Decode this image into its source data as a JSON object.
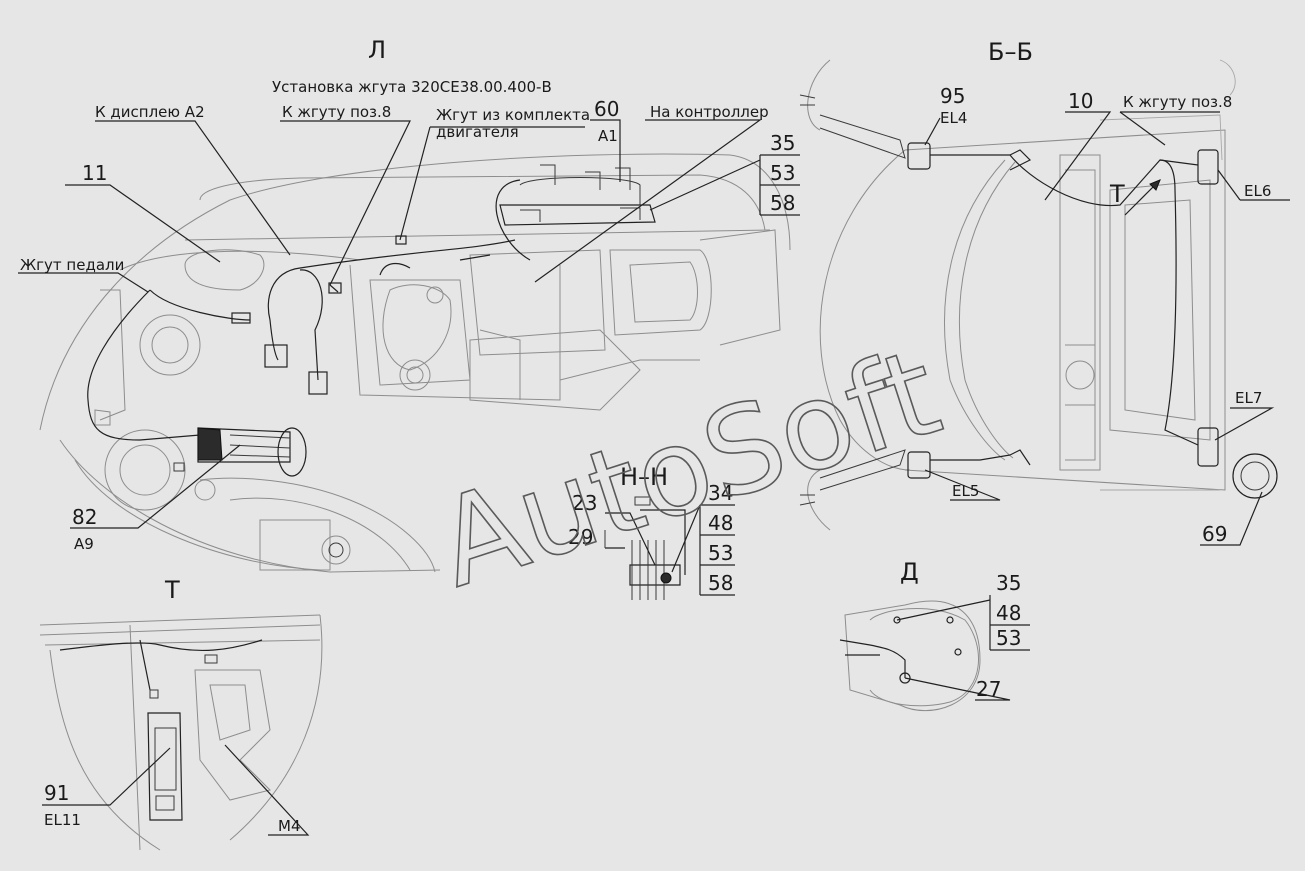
{
  "views": {
    "L": {
      "title": "Л",
      "caption": "Установка жгута 320СЕ38.00.400-В"
    },
    "BB": {
      "title": "Б–Б"
    },
    "HH": {
      "title": "Н–Н"
    },
    "T": {
      "title": "Т",
      "arrow": "Т"
    },
    "D": {
      "title": "Д"
    }
  },
  "callouts_L": {
    "display": "К дисплею А2",
    "harness8": "К жгуту поз.8",
    "engine_kit_1": "Жгут из комплекта",
    "engine_kit_2": "двигателя",
    "pos60": "60",
    "a1": "А1",
    "controller": "На контроллер",
    "pos11": "11",
    "pedal": "Жгут педали",
    "stack": [
      "35",
      "53",
      "58"
    ],
    "pos82": "82",
    "a9": "А9"
  },
  "callouts_BB": {
    "pos95": "95",
    "el4": "EL4",
    "pos10": "10",
    "harness8": "К жгуту поз.8",
    "el6": "EL6",
    "el7": "EL7",
    "el5": "EL5",
    "pos69": "69"
  },
  "callouts_HH": {
    "pos23": "23",
    "pos29": "29",
    "pos34": "34",
    "stack": [
      "48",
      "53",
      "58"
    ]
  },
  "callouts_T": {
    "pos91": "91",
    "el11": "EL11",
    "m4": "М4"
  },
  "callouts_D": {
    "pos35": "35",
    "stack": [
      "48",
      "53"
    ],
    "pos27": "27"
  },
  "watermark": "AutoSoft"
}
